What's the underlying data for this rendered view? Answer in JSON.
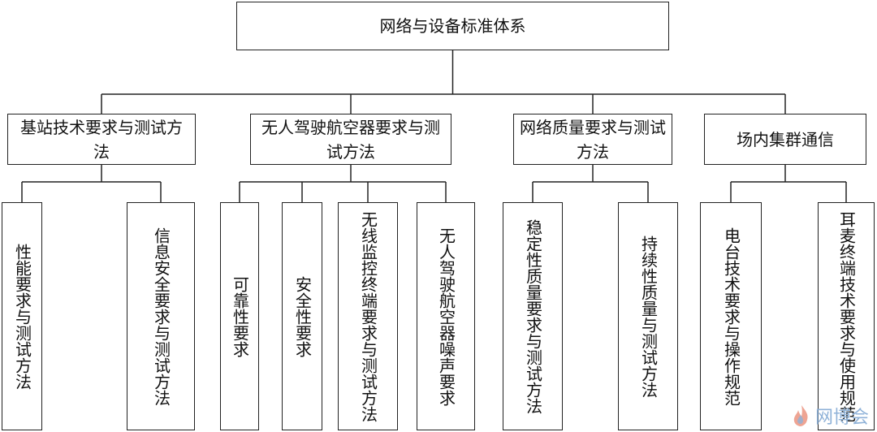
{
  "root": {
    "label": "网络与设备标准体系"
  },
  "categories": [
    {
      "label": "基站技术要求与测试方法",
      "children": [
        "性能要求与测试方法",
        "信息安全要求与测试方法"
      ]
    },
    {
      "label": "无人驾驶航空器要求与测试方法",
      "children": [
        "可靠性要求",
        "安全性要求",
        "无线监控终端要求与测试方法",
        "无人驾驶航空器噪声要求"
      ]
    },
    {
      "label": "网络质量要求与测试方法",
      "children": [
        "稳定性质量要求与测试方法",
        "持续性质量与测试方法"
      ]
    },
    {
      "label": "场内集群通信",
      "children": [
        "电台技术要求与操作规范",
        "耳麦终端技术要求与使用规范"
      ]
    }
  ],
  "watermark": {
    "text": "网博会"
  },
  "colors": {
    "line": "#222222",
    "watermark": "#8fb2d8",
    "logo_red": "#e05a3a"
  }
}
